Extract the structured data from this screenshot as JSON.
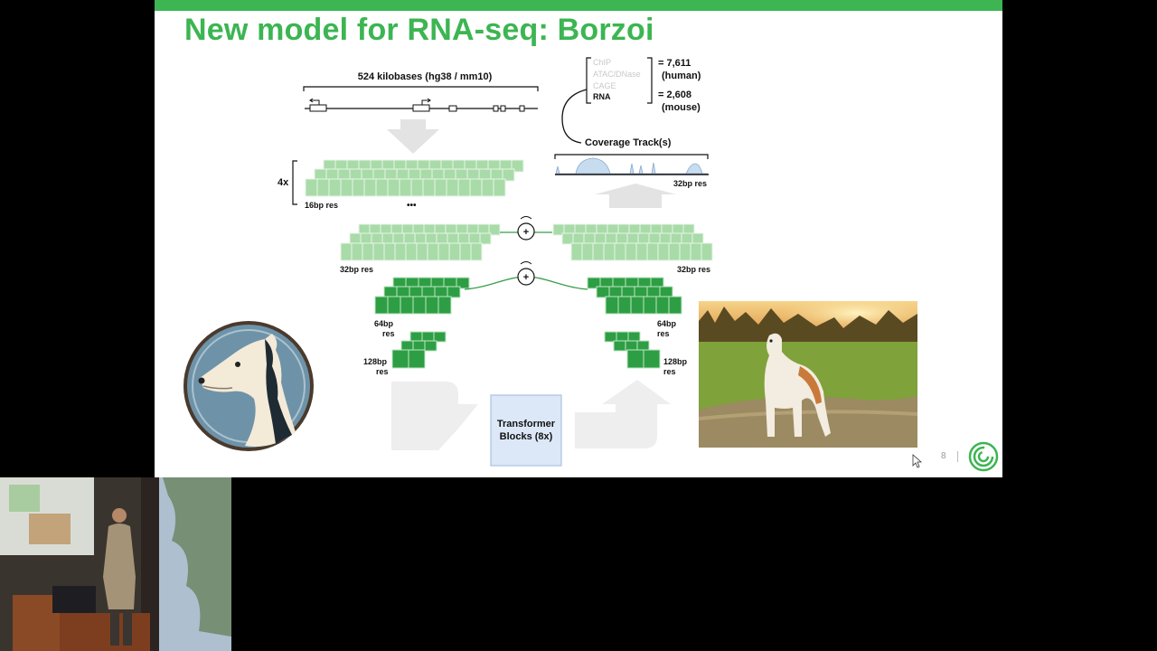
{
  "slide": {
    "title": "New model for RNA-seq: Borzoi",
    "page_number": "8",
    "colors": {
      "accent": "#3cb552",
      "light_block": "#a8dba8",
      "dark_block": "#2e9e44"
    }
  },
  "diagram": {
    "input_span": "524 kilobases (hg38 / mm10)",
    "repeat_label": "4x",
    "ellipsis": "•••",
    "res_16": "16bp res",
    "res_32_left": "32bp res",
    "res_32_right": "32bp res",
    "res_32_output": "32bp res",
    "res_64_left_1": "64bp",
    "res_64_left_2": "res",
    "res_64_right_1": "64bp",
    "res_64_right_2": "res",
    "res_128_left_1": "128bp",
    "res_128_left_2": "res",
    "res_128_right_1": "128bp",
    "res_128_right_2": "res",
    "transformer_1": "Transformer",
    "transformer_2": "Blocks (8x)",
    "skip_plus": "+",
    "coverage_label": "Coverage Track(s)",
    "assays": [
      "ChIP",
      "ATAC/DNase",
      "CAGE",
      "RNA"
    ],
    "human_count": "= 7,611",
    "human_label": "(human)",
    "mouse_count": "= 2,608",
    "mouse_label": "(mouse)"
  }
}
